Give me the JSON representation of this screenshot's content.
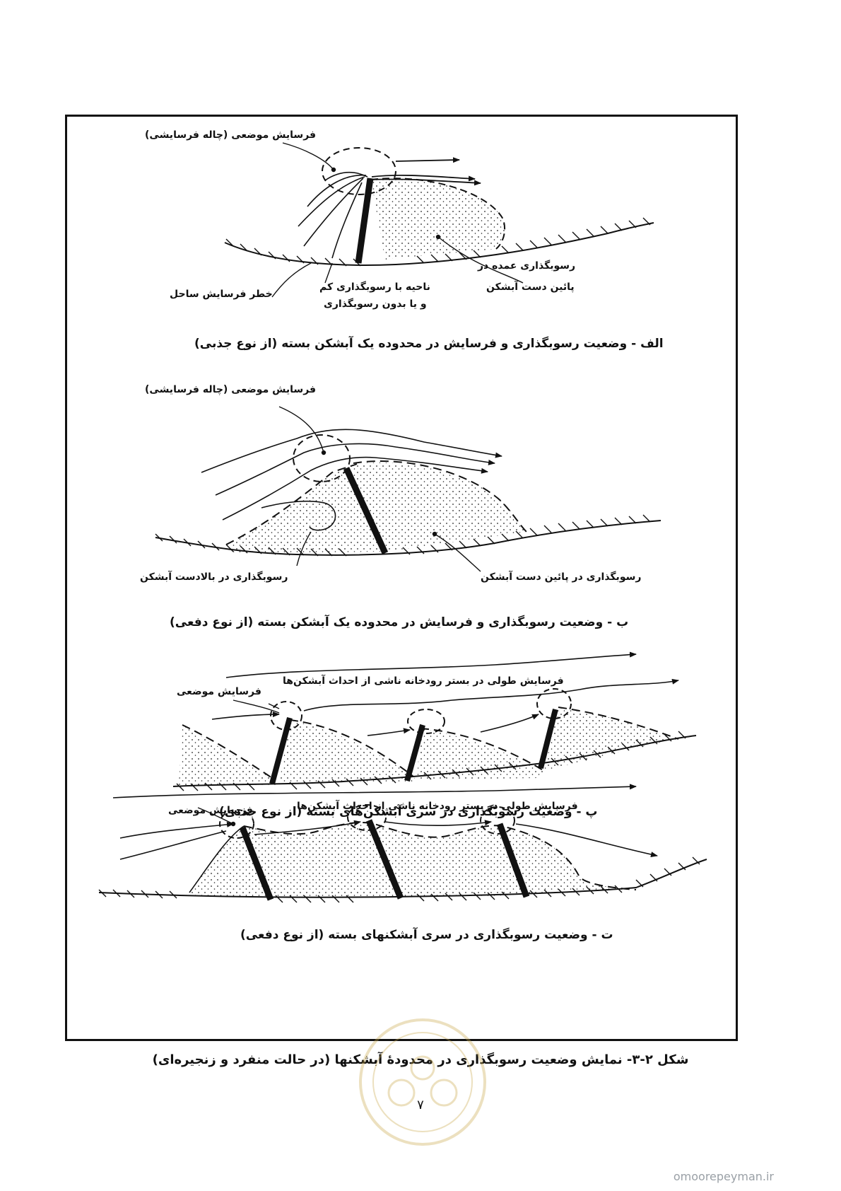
{
  "panels": {
    "a": {
      "caption": "الف - وضعیت رسوبگذاری و فرسایش در محدوده یک آبشکن بسته (از نوع جذبی)",
      "labels": {
        "local_scour": "فرسایش موضعی (چاله فرسایشی)",
        "downstream_deposit_l1": "رسوبگذاری عمده در",
        "downstream_deposit_l2": "پائین دست آبشکن",
        "low_deposit_l1": "ناحیه با رسوبگذاری کم",
        "low_deposit_l2": "و یا بدون رسوبگذاری",
        "bank_erosion": "خطر فرسایش ساحل"
      }
    },
    "b": {
      "caption": "ب - وضعیت رسوبگذاری و فرسایش در محدوده یک آبشکن بسته (از نوع دفعی)",
      "labels": {
        "local_scour": "فرسایش موضعی (چاله فرسایشی)",
        "upstream_deposit": "رسوبگذاری در بالادست آبشکن",
        "downstream_deposit": "رسوبگذاری در پائین دست آبشکن"
      }
    },
    "c": {
      "caption": "پ - وضعیت رسوبگذاری در سری آبشکن‌های بسته (از نوع جذبی)",
      "labels": {
        "longitudinal_erosion": "فرسایش طولی در بستر رودخانه ناشی از احداث آبشکن‌ها",
        "local_scour": "فرسایش موضعی"
      }
    },
    "d": {
      "caption": "ت - وضعیت رسوبگذاری در سری آبشکنهای بسته (از نوع دفعی)",
      "labels": {
        "longitudinal_erosion": "فرسایش طولی در بستر رودخانه ناشی از احداث آبشکن‌ها",
        "local_scour": "فرسایش موضعی"
      }
    }
  },
  "figure_caption": "شکل ۲-۳- نمایش وضعیت رسوبگذاری در محدودهٔ آبشکنها (در حالت منفرد و زنجیره‌ای)",
  "page_number": "۷",
  "watermark": "omoorepeyman.ir"
}
